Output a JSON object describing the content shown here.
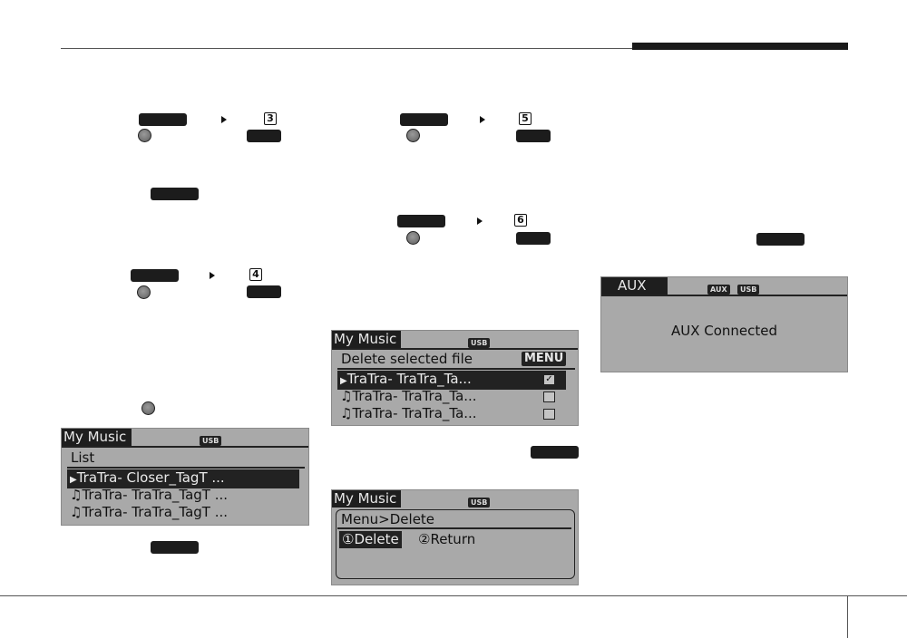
{
  "screens": {
    "list": {
      "title": "My Music",
      "badge": "USB",
      "header": "List",
      "rows": [
        "TraTra- Closer_TagT ...",
        "TraTra- TraTra_TagT ...",
        "TraTra- TraTra_TagT ..."
      ]
    },
    "delete_select": {
      "title": "My Music",
      "badge": "USB",
      "header": "Delete selected file",
      "menu_tag": "MENU",
      "rows": [
        "TraTra- TraTra_Ta...",
        "TraTra- TraTra_Ta...",
        "TraTra- TraTra_Ta..."
      ],
      "checks": [
        "✓",
        "",
        ""
      ]
    },
    "delete_confirm": {
      "title": "My Music",
      "badge": "USB",
      "header": "Menu>Delete",
      "option_delete": "①Delete",
      "option_return": "②Return"
    },
    "aux": {
      "title": "AUX",
      "badge_aux": "AUX",
      "badge_usb": "USB",
      "message": "AUX Connected"
    }
  },
  "step_numbers": [
    "3",
    "5",
    "6",
    "4"
  ],
  "colors": {
    "screen_bg": "#a9a9a9",
    "key": "#1c1c1c",
    "rule": "#555555"
  },
  "icons": {
    "knob": "tune-knob-icon",
    "arrow": "right-triangle-icon",
    "note": "music-note-icon",
    "play": "play-triangle-icon"
  }
}
